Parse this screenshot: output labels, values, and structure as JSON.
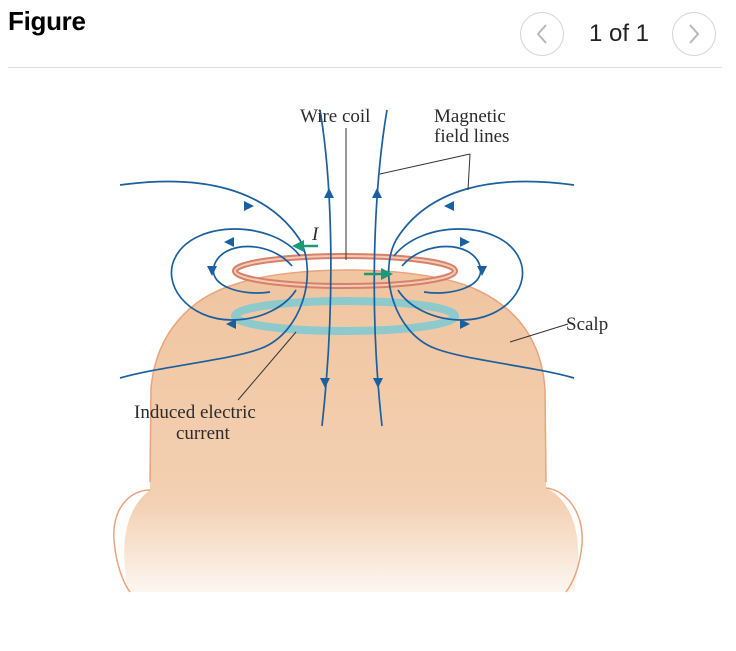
{
  "header": {
    "title": "Figure",
    "pager": {
      "current": 1,
      "total": 1,
      "text": "1 of 1"
    },
    "prev_icon": "chevron-left-icon",
    "next_icon": "chevron-right-icon"
  },
  "diagram": {
    "labels": {
      "wire_coil": "Wire coil",
      "magnetic_line1": "Magnetic",
      "magnetic_line2": "field lines",
      "current_symbol": "I",
      "scalp": "Scalp",
      "induced_line1": "Induced electric",
      "induced_line2": "current"
    },
    "colors": {
      "field_lines": "#1a5f9e",
      "coil": "#d4826a",
      "induced_ring": "#8ec9cc",
      "current_arrow": "#1a9a7a",
      "head": "#f0c7a4",
      "leader_lines": "#333333"
    }
  }
}
